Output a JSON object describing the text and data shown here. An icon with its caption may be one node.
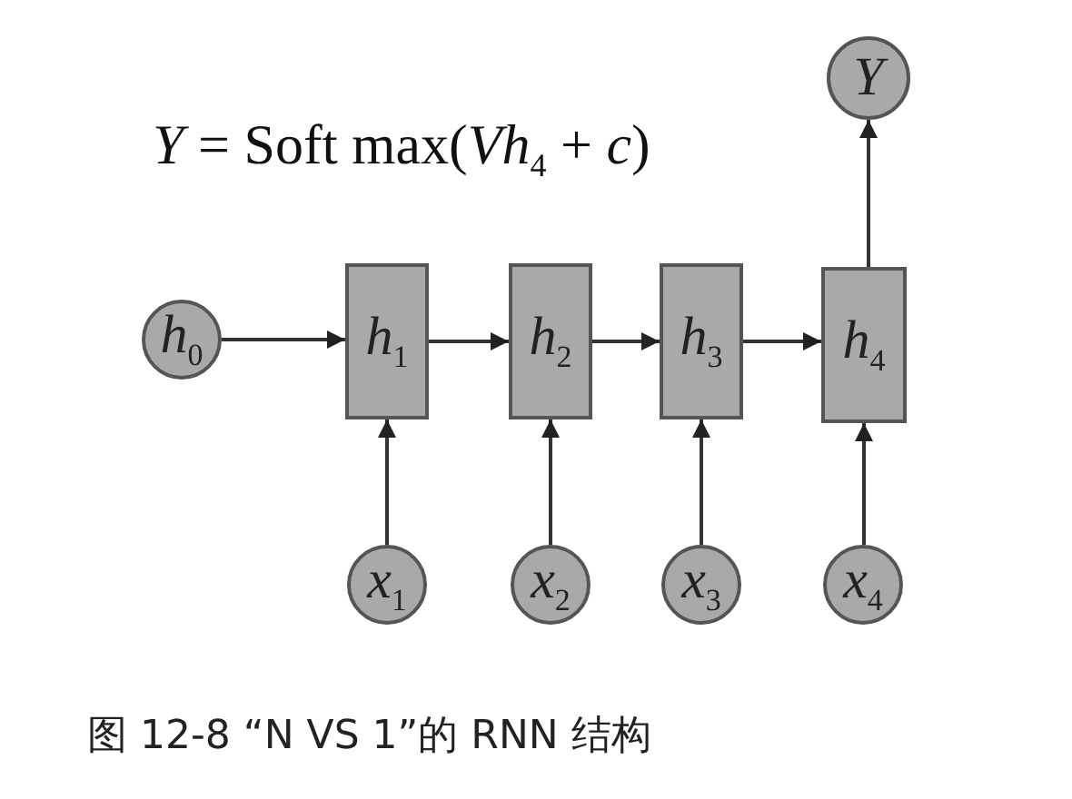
{
  "diagram": {
    "caption": "图 12-8 “N VS 1”的 RNN 结构",
    "nodes": [
      {
        "text": [
          "*Y*"
        ]
      },
      {
        "text": [
          "*h*$_{0}$"
        ]
      },
      {
        "text": [
          "*h*$_{1}$"
        ]
      },
      {
        "text": [
          "*h*$_{2}$"
        ]
      },
      {
        "text": [
          "*h*$_{3}$"
        ]
      },
      {
        "text": [
          "*h*$_{4}$"
        ]
      },
      {
        "text": [
          "*x*$_{1}$"
        ]
      },
      {
        "text": [
          "*x*$_{2}$"
        ]
      },
      {
        "text": [
          "*x*$_{3}$"
        ]
      },
      {
        "text": [
          "*x*$_{4}$"
        ]
      }
    ],
    "edges": [
      {
        "from": 1,
        "to": 2,
        "arrow": "to"
      },
      {
        "from": 2,
        "to": 3,
        "arrow": "to"
      },
      {
        "from": 3,
        "to": 4,
        "arrow": "to"
      },
      {
        "from": 4,
        "to": 5,
        "arrow": "to"
      },
      {
        "from": 5,
        "to": 0,
        "arrow": "to"
      },
      {
        "from": 6,
        "to": 2,
        "arrow": "to"
      },
      {
        "from": 7,
        "to": 3,
        "arrow": "to"
      },
      {
        "from": 8,
        "to": 4,
        "arrow": "to"
      },
      {
        "from": 9,
        "to": 5,
        "arrow": "to"
      }
    ],
    "labels": [
      "*Y* = Soft max(*Vh*$_{4}$ + *c*)"
    ]
  }
}
